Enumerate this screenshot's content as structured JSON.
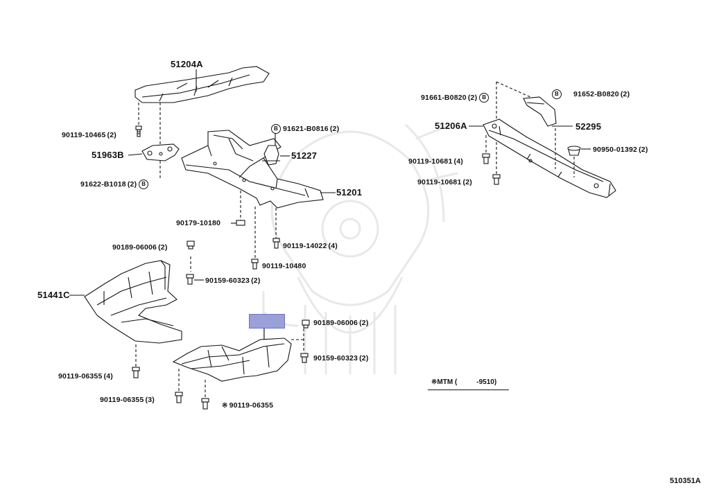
{
  "diagram": {
    "code": "510351A",
    "note": {
      "symbol": "※",
      "text": "MTM (",
      "range": "-9510)"
    },
    "colors": {
      "line": "#111111",
      "highlight": "#9aa0d8",
      "watermark": "#e6e6e6"
    },
    "labels": {
      "p51204a": {
        "part": "51204A"
      },
      "p90119_10465": {
        "part": "90119-10465",
        "qty": "(2)"
      },
      "p51963b": {
        "part": "51963B"
      },
      "p91622_b1018": {
        "part": "91622-B1018",
        "qty": "(2)",
        "icon": "B"
      },
      "p91621_b0816": {
        "part": "91621-B0816",
        "qty": "(2)",
        "icon": "B"
      },
      "p51227": {
        "part": "51227"
      },
      "p51201": {
        "part": "51201"
      },
      "p90179_10180": {
        "part": "90179-10180"
      },
      "p90119_14022": {
        "part": "90119-14022",
        "qty": "(4)"
      },
      "p90119_10480": {
        "part": "90119-10480"
      },
      "p90189_06006_a": {
        "part": "90189-06006",
        "qty": "(2)"
      },
      "p90159_60323_a": {
        "part": "90159-60323",
        "qty": "(2)"
      },
      "p51441c": {
        "part": "51441C"
      },
      "p90119_06355_4": {
        "part": "90119-06355",
        "qty": "(4)"
      },
      "p90119_06355_3": {
        "part": "90119-06355",
        "qty": "(3)"
      },
      "p90119_06355_star": {
        "part": "90119-06355",
        "star": "※"
      },
      "p90189_06006_b": {
        "part": "90189-06006",
        "qty": "(2)"
      },
      "p90159_60323_b": {
        "part": "90159-60323",
        "qty": "(2)"
      },
      "p91661_b0820": {
        "part": "91661-B0820",
        "qty": "(2)",
        "icon": "B"
      },
      "p91652_b0820": {
        "part": "91652-B0820",
        "qty": "(2)",
        "icon": "B"
      },
      "p51206a": {
        "part": "51206A"
      },
      "p52295": {
        "part": "52295"
      },
      "p90950_01392": {
        "part": "90950-01392",
        "qty": "(2)"
      },
      "p90119_10681_a": {
        "part": "90119-10681",
        "qty": "(4)"
      },
      "p90119_10681_b": {
        "part": "90119-10681",
        "qty": "(2)"
      }
    }
  }
}
